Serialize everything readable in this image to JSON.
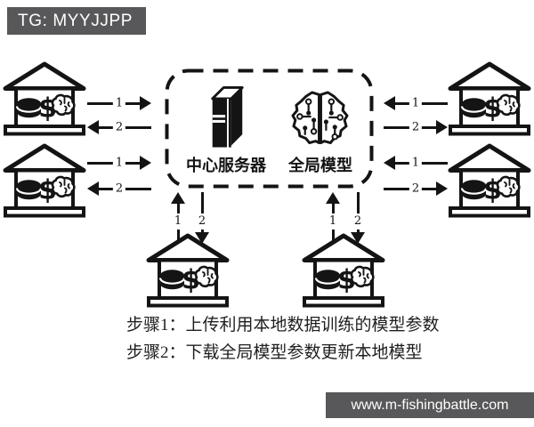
{
  "badge": {
    "text": "TG: MYYJJPP"
  },
  "center_box": {
    "server_label": "中心服务器",
    "model_label": "全局模型"
  },
  "arrow_labels": {
    "step1": "1",
    "step2": "2"
  },
  "legend": {
    "step1": "步骤1：上传利用本地数据训练的模型参数",
    "step2": "步骤2：下载全局模型参数更新本地模型"
  },
  "watermark": {
    "text": "www.m-fishingbattle.com"
  },
  "icons": {
    "dollar_glyph": "$",
    "house": "client-house",
    "coins": "local-data-icon",
    "brain_small": "local-model-icon",
    "server_tower": "central-server-icon",
    "brain_circuit": "global-model-icon"
  },
  "colors": {
    "bar_bg": "#58585a",
    "ink": "#141414",
    "background": "#ffffff"
  }
}
